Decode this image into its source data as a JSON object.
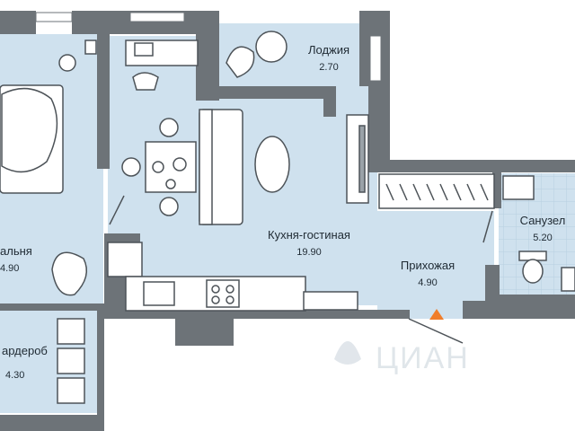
{
  "rooms": {
    "loggia": {
      "label": "Лоджия",
      "area": "2.70"
    },
    "living": {
      "label": "Кухня-гостиная",
      "area": "19.90"
    },
    "bedroom": {
      "label": "альня",
      "area": "4.90"
    },
    "hall": {
      "label": "Прихожая",
      "area": "4.90"
    },
    "bath": {
      "label": "Санузел",
      "area": "5.20"
    },
    "wardrobe": {
      "label": "ардероб",
      "area": "4.30"
    }
  },
  "watermark": "ЦИАН",
  "colors": {
    "floor": "#cfe1ee",
    "wall": "#6d7378",
    "tile_grid": "#b7cfe0",
    "entrance_marker": "#f07d2a"
  },
  "icons": {
    "entrance": "triangle-up",
    "watermark_logo": "cian-logo"
  }
}
